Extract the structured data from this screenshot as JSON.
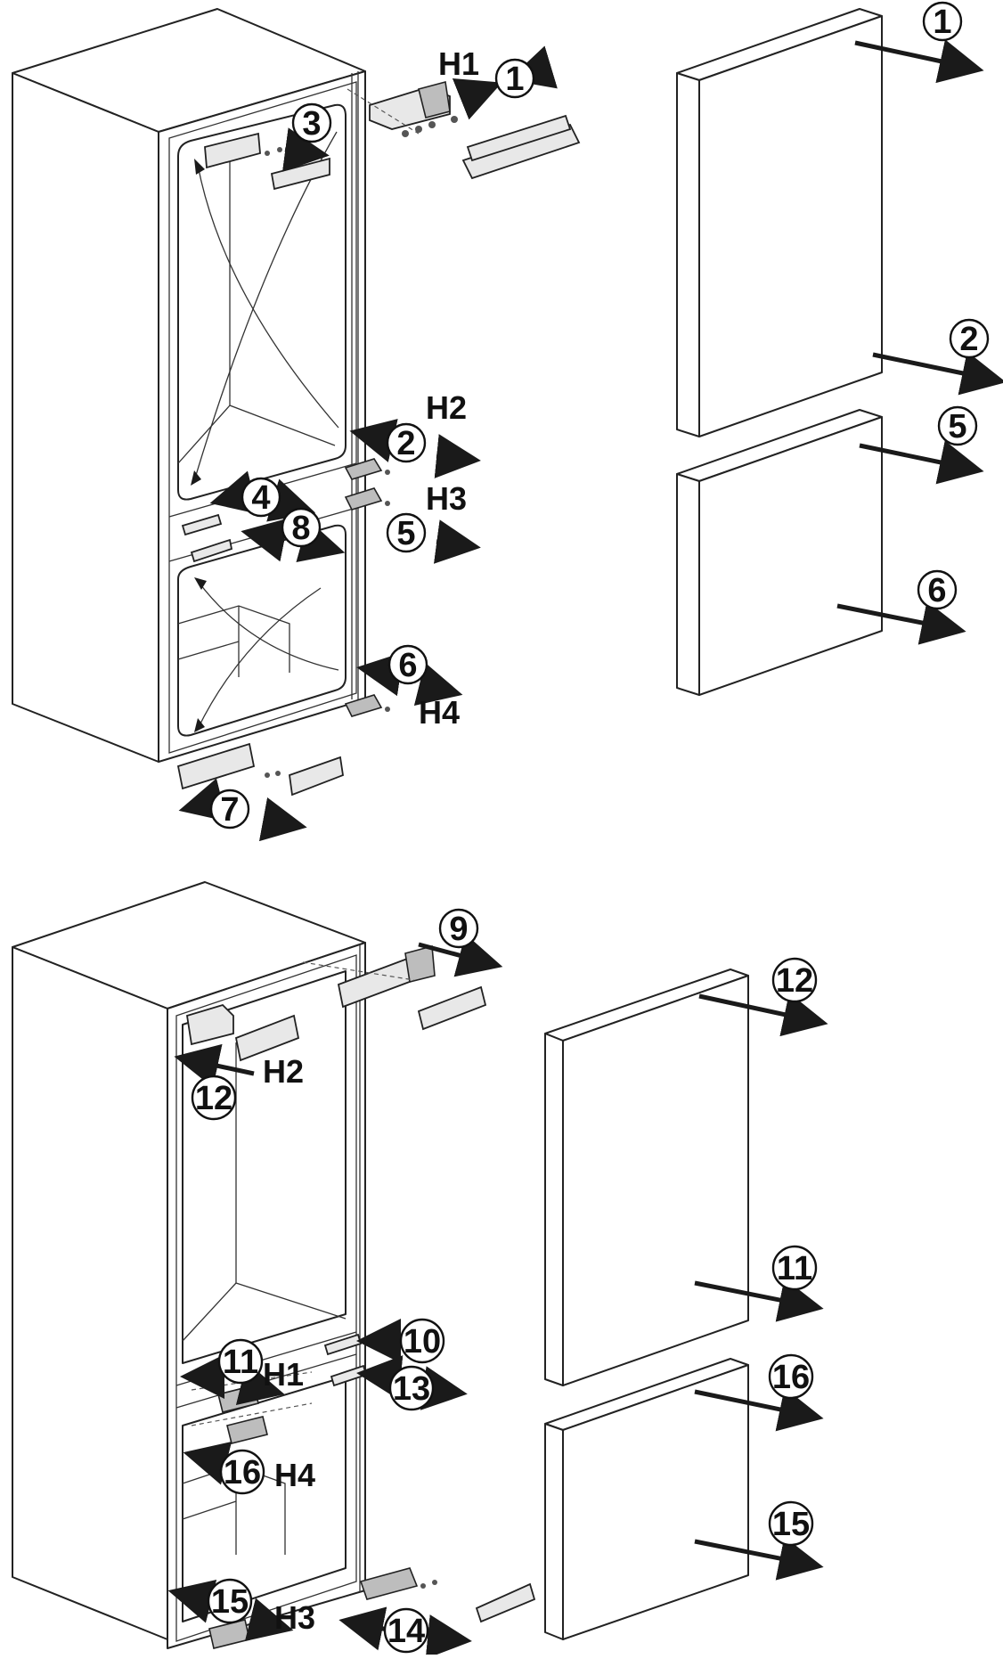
{
  "diagram": {
    "top_labels": {
      "step_1_cabinet": "1",
      "step_3": "3",
      "step_2_cabinet": "2",
      "step_4": "4",
      "step_8": "8",
      "step_5_cabinet": "5",
      "step_6_cabinet": "6",
      "step_7": "7",
      "h1": "H1",
      "h2": "H2",
      "h3": "H3",
      "h4": "H4",
      "door_step_1": "1",
      "door_step_2": "2",
      "door_step_5": "5",
      "door_step_6": "6"
    },
    "bottom_labels": {
      "step_9": "9",
      "step_12_cabinet": "12",
      "h2": "H2",
      "step_10": "10",
      "step_11_cabinet": "11",
      "h1": "H1",
      "step_13": "13",
      "step_16_cabinet": "16",
      "h4": "H4",
      "step_15_cabinet": "15",
      "h3": "H3",
      "step_14": "14",
      "door_step_12": "12",
      "door_step_11": "11",
      "door_step_16": "16",
      "door_step_15": "15"
    },
    "colors": {
      "line": "#222222",
      "fill": "#ffffff",
      "shade": "#e8e8e8"
    }
  }
}
